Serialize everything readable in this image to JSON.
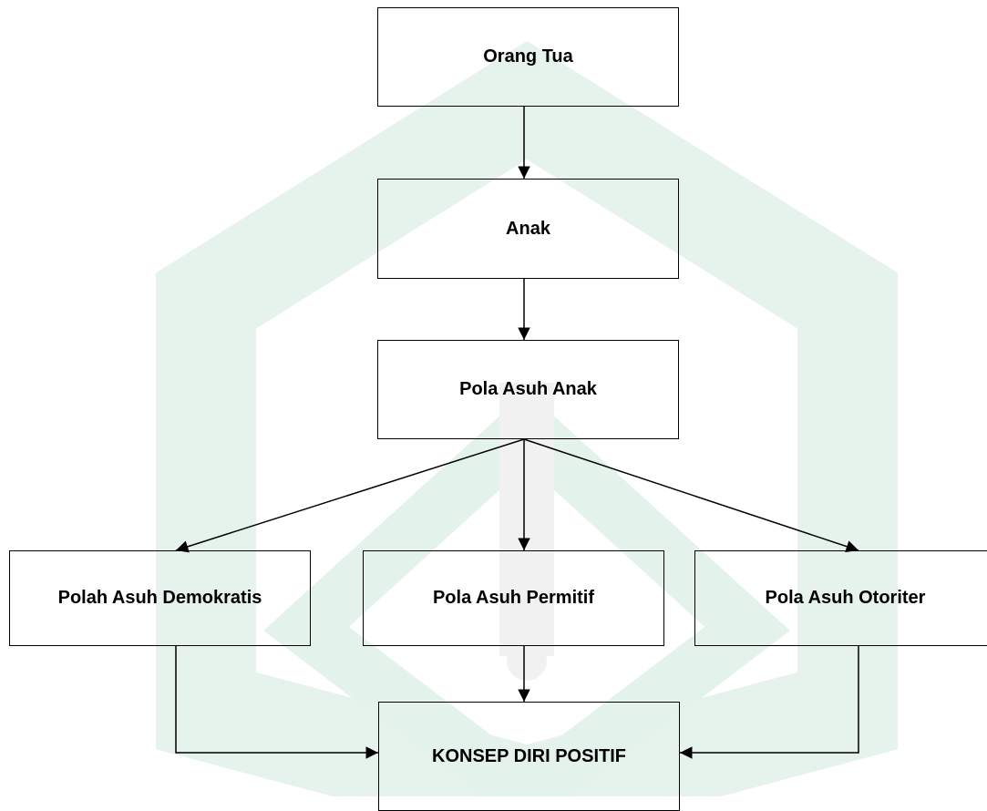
{
  "nodes": {
    "orang_tua": "Orang Tua",
    "anak": "Anak",
    "pola_asuh_anak": "Pola Asuh Anak",
    "demokratis": "Polah Asuh Demokratis",
    "permitif": "Pola Asuh Permitif",
    "otoriter": "Pola Asuh Otoriter",
    "konsep_diri": "KONSEP DIRI POSITIF"
  },
  "edges": [
    [
      "orang_tua",
      "anak"
    ],
    [
      "anak",
      "pola_asuh_anak"
    ],
    [
      "pola_asuh_anak",
      "demokratis"
    ],
    [
      "pola_asuh_anak",
      "permitif"
    ],
    [
      "pola_asuh_anak",
      "otoriter"
    ],
    [
      "demokratis",
      "konsep_diri"
    ],
    [
      "permitif",
      "konsep_diri"
    ],
    [
      "otoriter",
      "konsep_diri"
    ]
  ],
  "colors": {
    "watermark": "#e8f4ee",
    "border": "#000000"
  }
}
